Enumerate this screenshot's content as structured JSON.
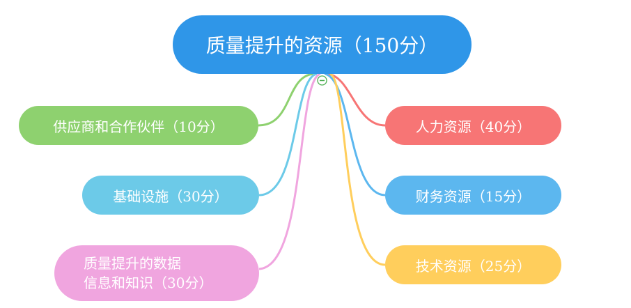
{
  "mindmap": {
    "root": {
      "label": "质量提升的资源（150分）",
      "color": "#2f96e8"
    },
    "left_branches": [
      {
        "label": "供应商和合作伙伴（10分）",
        "color": "#8ed16f"
      },
      {
        "label": "基础设施（30分）",
        "color": "#6ccae8"
      },
      {
        "label": "质量提升的数据\n信息和知识（30分）",
        "color": "#f0a5df"
      }
    ],
    "right_branches": [
      {
        "label": "人力资源（40分）",
        "color": "#f77575"
      },
      {
        "label": "财务资源（15分）",
        "color": "#5cb7ef"
      },
      {
        "label": "技术资源（25分）",
        "color": "#ffce5c"
      }
    ],
    "collapse_icon": "minus-circle-icon",
    "toggle_color": "#4caf50"
  }
}
